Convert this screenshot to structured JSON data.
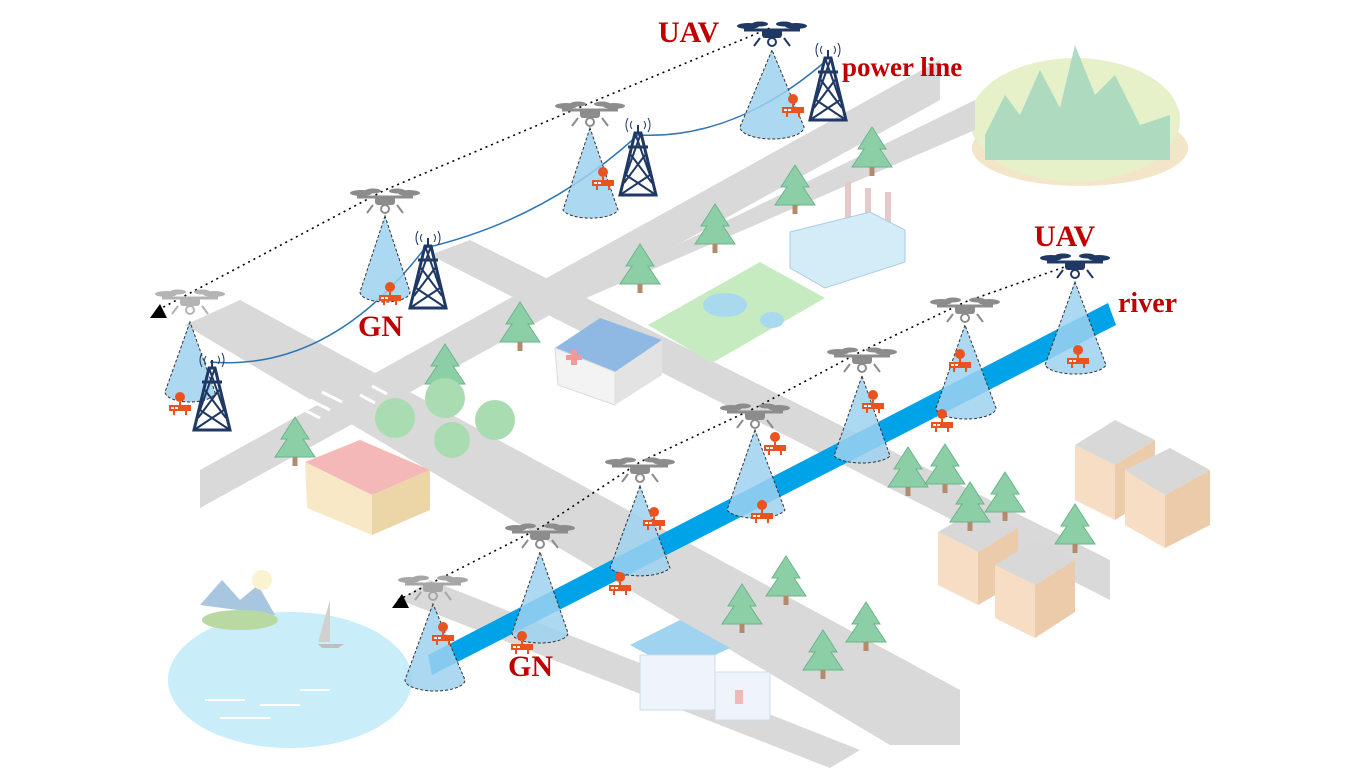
{
  "labels": {
    "uav_top": "UAV",
    "power_line": "power line",
    "gn_left": "GN",
    "uav_right": "UAV",
    "river": "river",
    "gn_bottom": "GN"
  },
  "colors": {
    "label_red": "#c00000",
    "road_gray": "#d9d9d9",
    "river_blue": "#00a2e8",
    "cone_fill": "#9dd1f0",
    "tower_navy": "#1f3864",
    "drone_gray": "#8c8c8c",
    "gn_orange": "#e8531f",
    "tree_green": "#7fc99a",
    "lake_blue": "#c7ecf8"
  },
  "icons": [
    "uav-drone-icon",
    "power-tower-icon",
    "ground-node-icon",
    "tree-icon",
    "hospital-icon",
    "factory-icon",
    "house-icon",
    "gas-station-icon",
    "mountain-island-icon",
    "sailboat-icon"
  ]
}
